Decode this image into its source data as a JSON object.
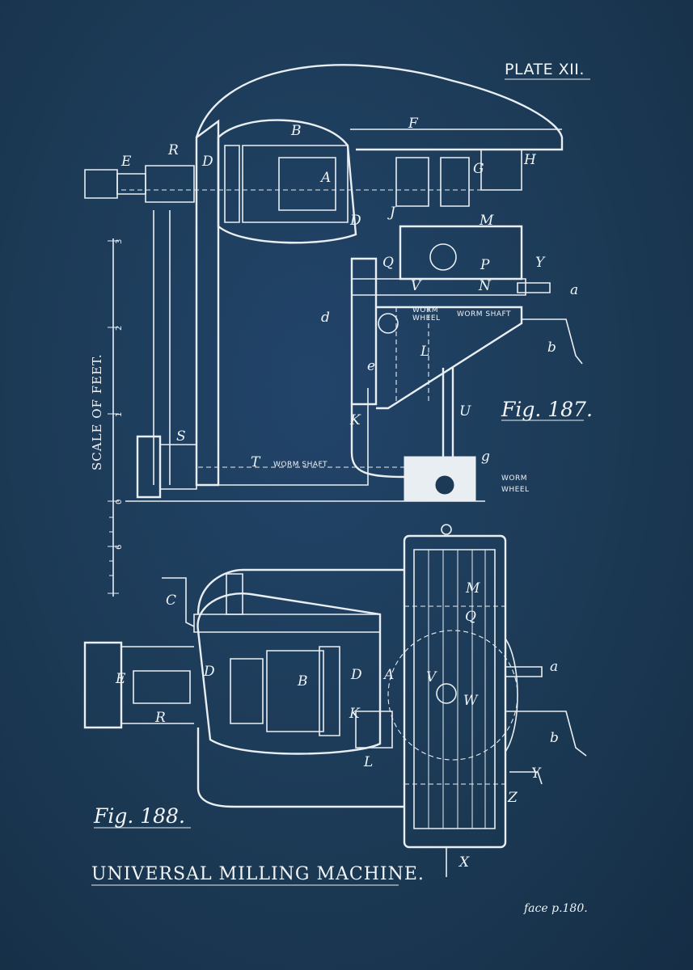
{
  "plate": "PLATE XII.",
  "title": "UNIVERSAL MILLING MACHINE.",
  "face_note": "face p.180.",
  "scale": {
    "label": "SCALE OF FEET.",
    "ticks": [
      "3",
      "2",
      "1",
      "0",
      "6"
    ]
  },
  "fig187": {
    "caption": "Fig. 187.",
    "labels": [
      "B",
      "F",
      "E",
      "R",
      "D",
      "A",
      "G",
      "H",
      "D",
      "J",
      "M",
      "Q",
      "P",
      "Y",
      "V",
      "N",
      "a",
      "d",
      "L",
      "b",
      "e",
      "K",
      "U",
      "S",
      "T",
      "g"
    ],
    "callouts": {
      "worm_wheel_upper_1": "WORM",
      "worm_wheel_upper_2": "WHEEL",
      "worm_shaft_upper": "WORM SHAFT",
      "worm_shaft_lower": "WORM SHAFT",
      "worm_wheel_lower_1": "WORM",
      "worm_wheel_lower_2": "WHEEL"
    }
  },
  "fig188": {
    "caption": "Fig. 188.",
    "labels": [
      "C",
      "M",
      "Q",
      "a",
      "E",
      "D",
      "B",
      "D",
      "A",
      "V",
      "W",
      "R",
      "K",
      "b",
      "L",
      "Y",
      "Z",
      "X"
    ]
  },
  "colors": {
    "background": "#1c3a55",
    "linework": "#e8eef2"
  }
}
